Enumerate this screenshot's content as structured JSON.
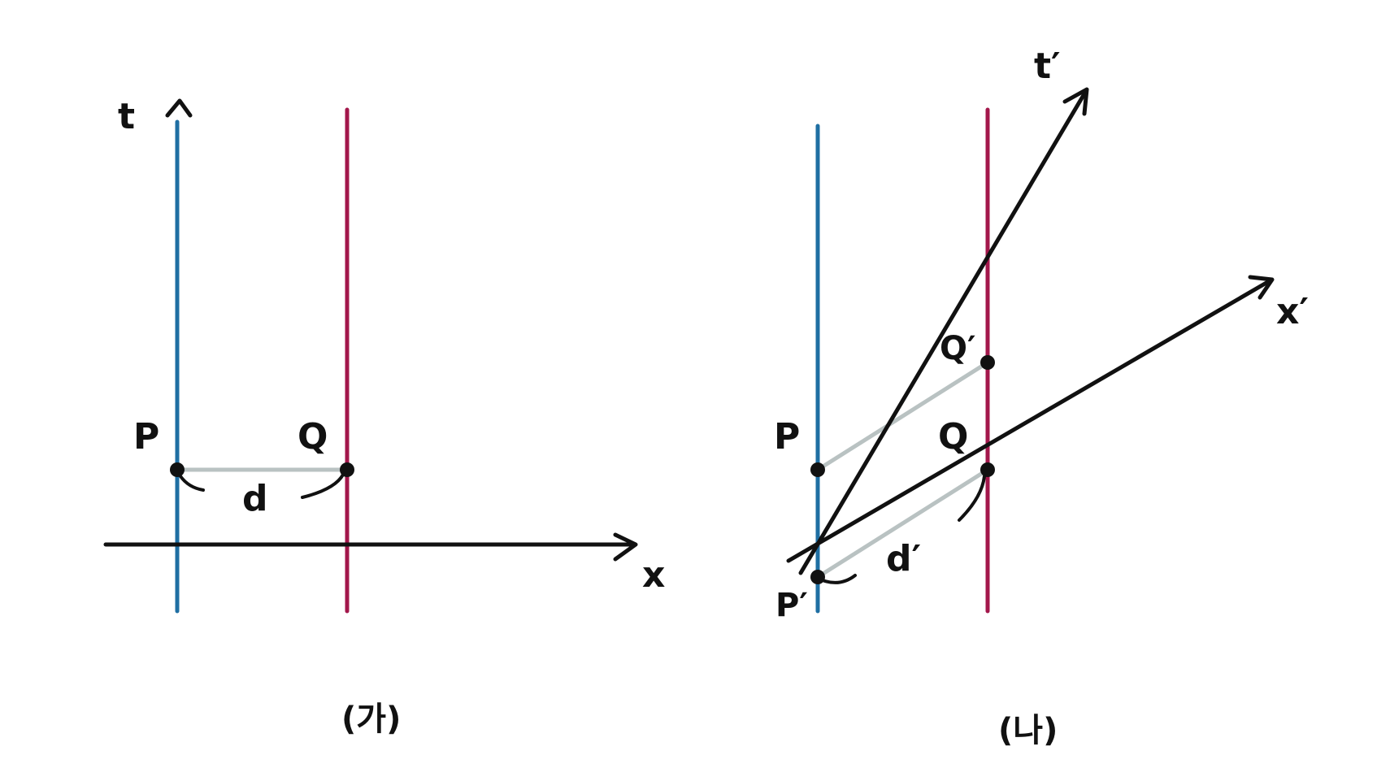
{
  "colors": {
    "worldline_p": "#1f6fa3",
    "worldline_q": "#a3174b",
    "axis": "#111111",
    "simultaneity": "#b9c2c2"
  },
  "left": {
    "axis_t": "t",
    "axis_x": "x",
    "label_p": "P",
    "label_q": "Q",
    "label_d": "d",
    "caption": "(가)"
  },
  "right": {
    "axis_t": "t′",
    "axis_x": "x′",
    "label_p": "P",
    "label_q": "Q",
    "label_p_prime": "P′",
    "label_q_prime": "Q′",
    "label_d": "d′",
    "caption": "(나)"
  }
}
